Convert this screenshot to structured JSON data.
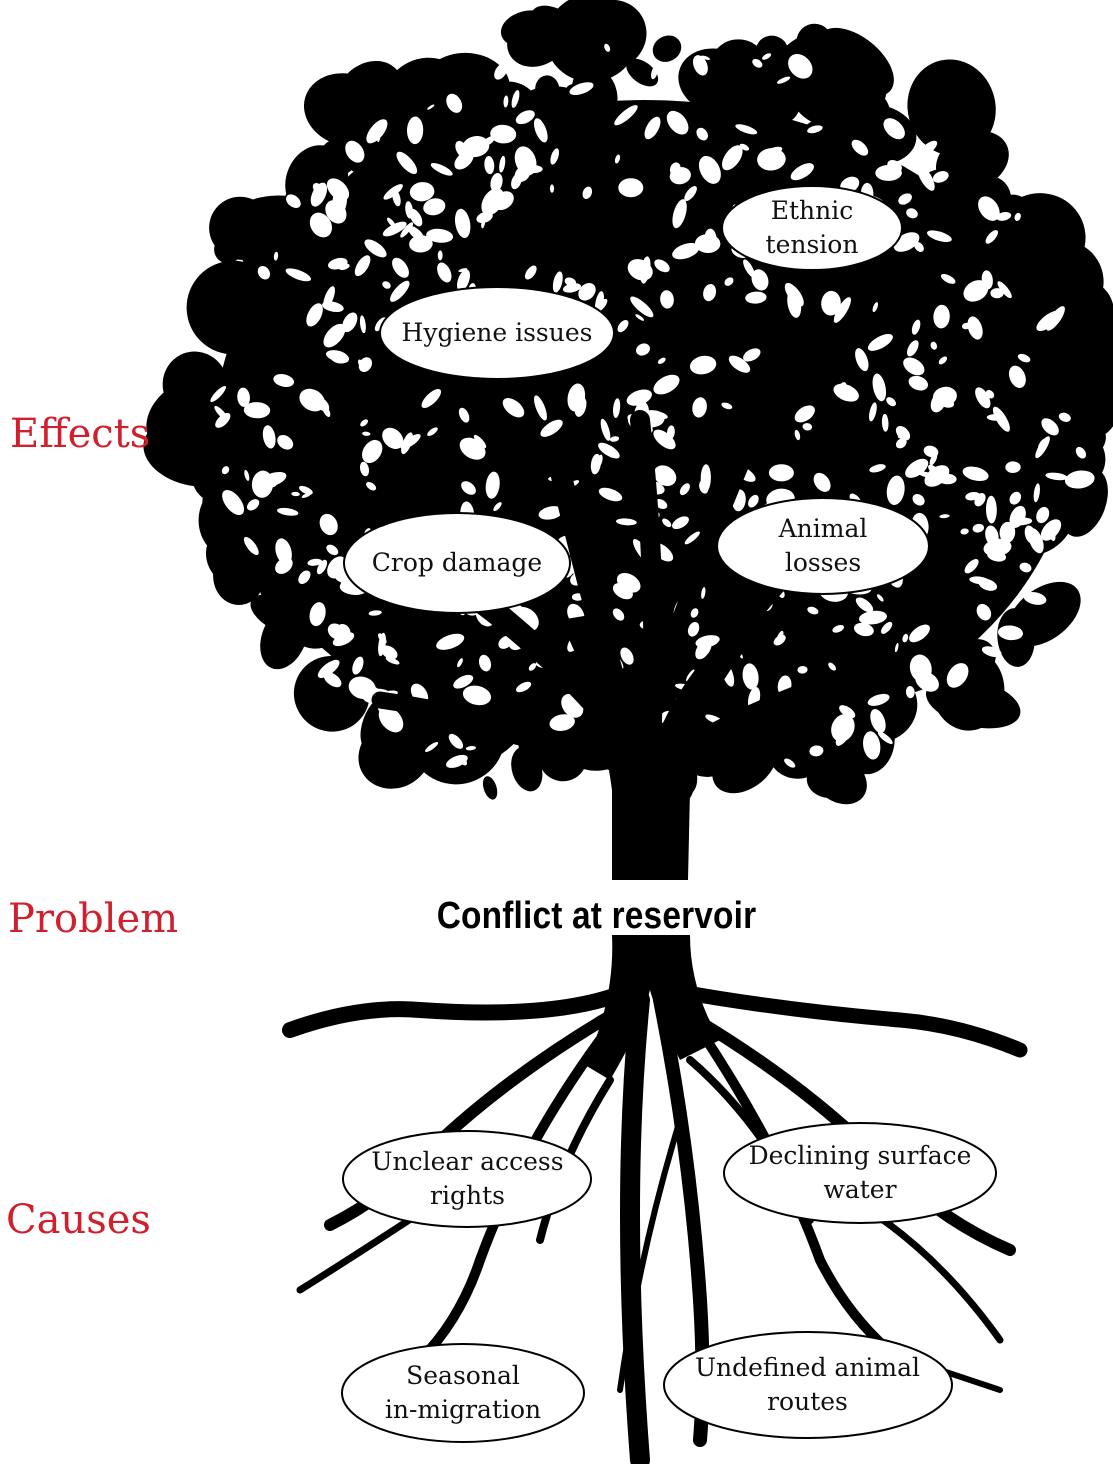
{
  "colors": {
    "label_red": "#d0202e",
    "tree": "#000000",
    "bubble_fill": "#ffffff",
    "text": "#111111"
  },
  "labels": {
    "effects": "Effects",
    "problem_side": "Problem",
    "causes": "Causes",
    "problem": "Conflict at reservoir"
  },
  "effects": [
    {
      "line1": "Ethnic",
      "line2": "tension"
    },
    {
      "line1": "Hygiene issues",
      "line2": ""
    },
    {
      "line1": "Crop damage",
      "line2": ""
    },
    {
      "line1": "Animal",
      "line2": "losses"
    }
  ],
  "causes": [
    {
      "line1": "Unclear access",
      "line2": "rights"
    },
    {
      "line1": "Declining surface",
      "line2": "water"
    },
    {
      "line1": "Seasonal",
      "line2": "in-migration"
    },
    {
      "line1": "Undefined animal",
      "line2": "routes"
    }
  ]
}
